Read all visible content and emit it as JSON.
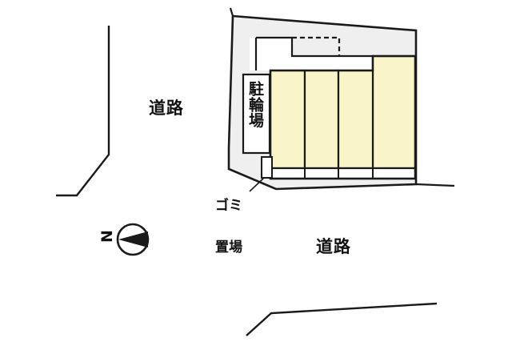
{
  "map": {
    "title": "敷地配置図",
    "colors": {
      "unit_fill": "#F9F5C9",
      "site_fill": "#EFEFEF",
      "line": "#1A1A1A",
      "white": "#FFFFFF",
      "background": "#FFFFFF"
    },
    "labels": {
      "road_left": "道路",
      "road_bottom": "道路",
      "bicycle_parking": "駐輪場",
      "trash_area_line1": "ゴミ",
      "trash_area_line2": "置場",
      "compass_north": "N"
    },
    "units": [
      {
        "id": "unit-1",
        "label": ""
      },
      {
        "id": "unit-2",
        "label": ""
      },
      {
        "id": "unit-3",
        "label": ""
      },
      {
        "id": "unit-4",
        "label": ""
      }
    ],
    "features": {
      "site_boundary": "敷地境界",
      "building_block": "建物",
      "balcony_strip": "廊下",
      "entry_canopy": "エントランス",
      "dashed_outline": "破線",
      "compass": "方位記号"
    }
  }
}
